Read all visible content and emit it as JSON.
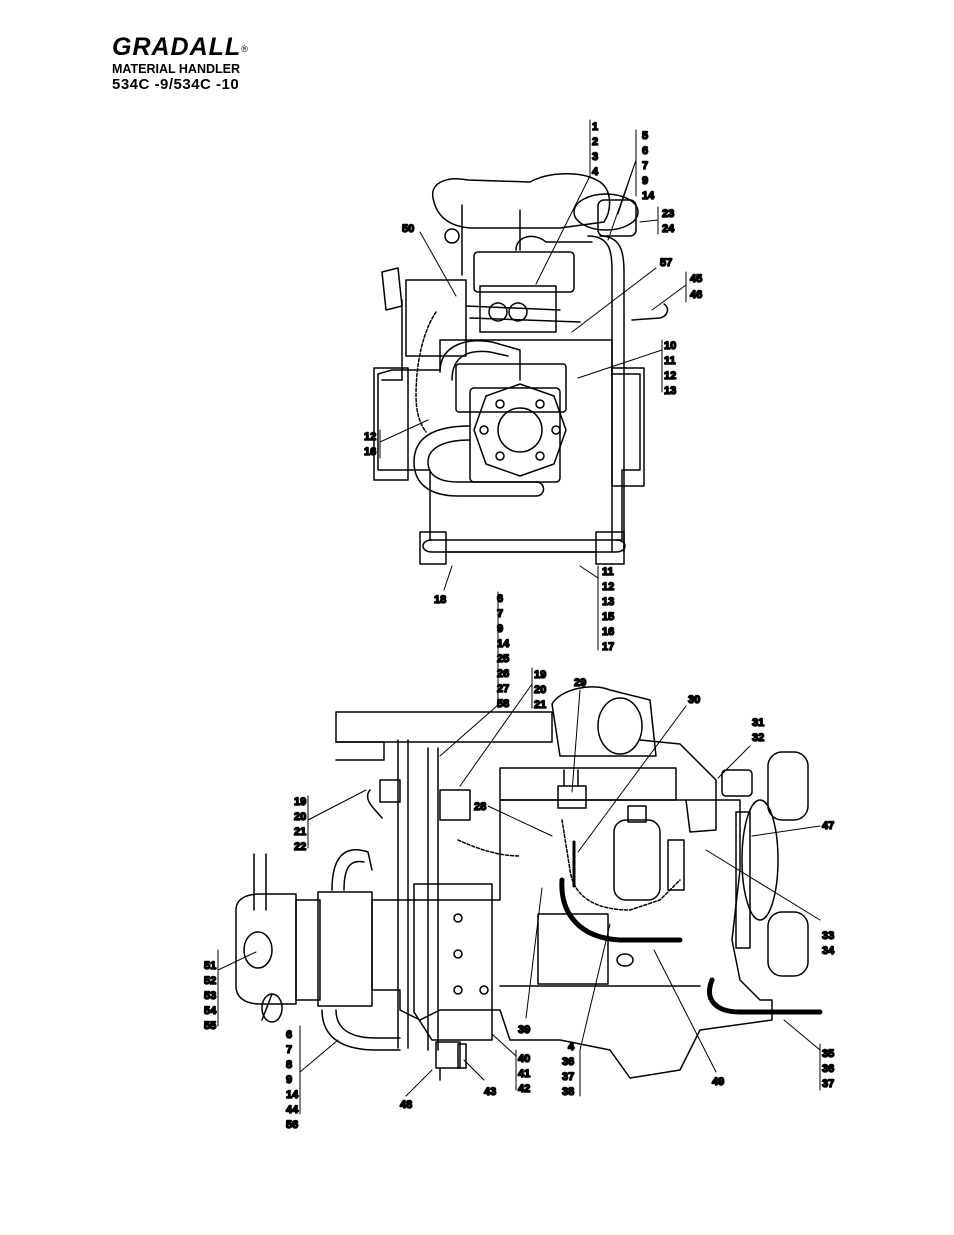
{
  "header": {
    "brand": "GRADALL",
    "registered": "®",
    "subtitle": "MATERIAL HANDLER",
    "model": "534C -9/534C -10"
  },
  "callouts": {
    "top_1_4": [
      "1",
      "2",
      "3",
      "4"
    ],
    "top_5_14": [
      "5",
      "6",
      "7",
      "9",
      "14"
    ],
    "top_23_24": [
      "23",
      "24"
    ],
    "top_50": [
      "50"
    ],
    "top_57": [
      "57"
    ],
    "top_45_46": [
      "45",
      "46"
    ],
    "top_10_13": [
      "10",
      "11",
      "12",
      "13"
    ],
    "top_12_16": [
      "12",
      "16"
    ],
    "top_18": [
      "18"
    ],
    "top_11_17": [
      "11",
      "12",
      "13",
      "15",
      "16",
      "17"
    ],
    "mid_6_58": [
      "6",
      "7",
      "9",
      "14",
      "25",
      "26",
      "27",
      "58"
    ],
    "mid_19_21": [
      "19",
      "20",
      "21"
    ],
    "side_29": [
      "29"
    ],
    "side_30": [
      "30"
    ],
    "side_31_32": [
      "31",
      "32"
    ],
    "side_19_22": [
      "19",
      "20",
      "21",
      "22"
    ],
    "side_28": [
      "28"
    ],
    "side_47": [
      "47"
    ],
    "side_33_34": [
      "33",
      "34"
    ],
    "side_51_55": [
      "51",
      "52",
      "53",
      "54",
      "55"
    ],
    "side_39": [
      "39"
    ],
    "side_4_38": [
      "4",
      "36",
      "37",
      "38"
    ],
    "side_49": [
      "49"
    ],
    "side_35_37": [
      "35",
      "36",
      "37"
    ],
    "side_6_56": [
      "6",
      "7",
      "8",
      "9",
      "14",
      "44",
      "56"
    ],
    "side_48": [
      "48"
    ],
    "side_43": [
      "43"
    ],
    "side_40_42": [
      "40",
      "41",
      "42"
    ]
  }
}
